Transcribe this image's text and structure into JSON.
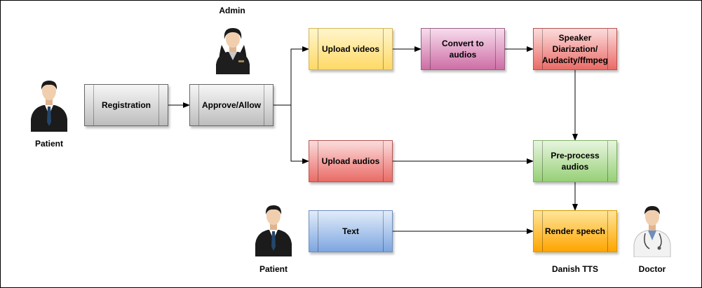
{
  "actors": {
    "admin": "Admin",
    "patient_left": "Patient",
    "patient_bottom": "Patient",
    "doctor": "Doctor",
    "danish_tts": "Danish TTS"
  },
  "nodes": {
    "registration": "Registration",
    "approve": "Approve/Allow",
    "upload_videos": "Upload videos",
    "convert": "Convert to audios",
    "diarization": "Speaker Diarization/ Audacity/ffmpeg",
    "upload_audios": "Upload audios",
    "preprocess": "Pre-process audios",
    "text": "Text",
    "render": "Render speech"
  },
  "colors": {
    "registration": "#bdbdbd",
    "upload_videos": "#ffd966",
    "convert": "#cd6ea5",
    "diarization": "#ea6b66",
    "upload_audios": "#ea6b66",
    "preprocess": "#97d077",
    "text": "#7ea6e0",
    "render": "#ffa500"
  }
}
